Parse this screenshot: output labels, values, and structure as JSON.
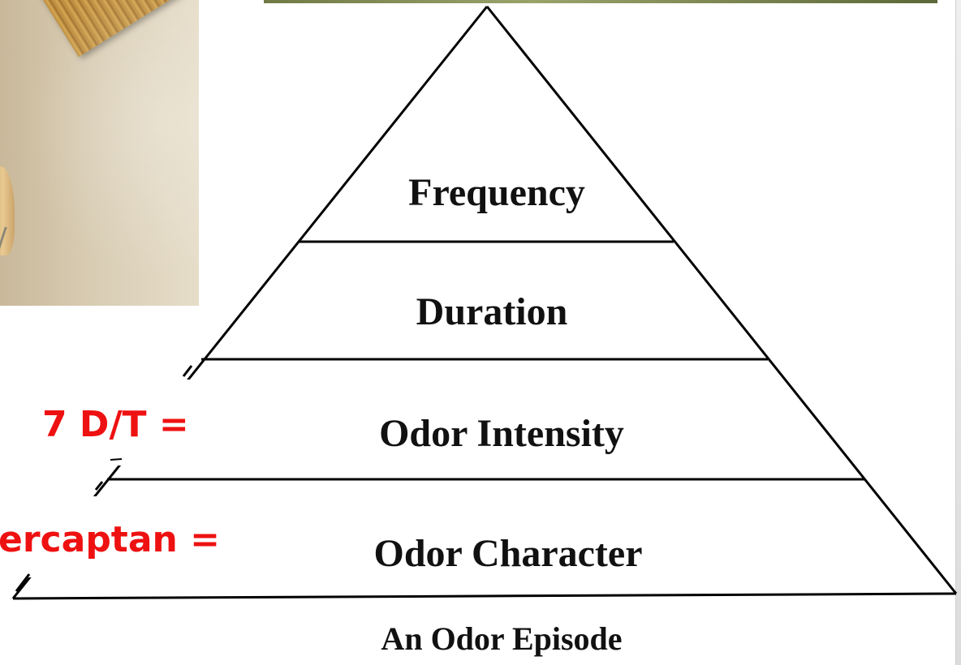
{
  "diagram": {
    "tiers": [
      {
        "label": "Frequency"
      },
      {
        "label": "Duration"
      },
      {
        "label": "Odor Intensity"
      },
      {
        "label": "Odor Character"
      }
    ],
    "caption": "An Odor Episode"
  },
  "annotations": [
    {
      "text": "7 D/T ="
    },
    {
      "text": "ercaptan ="
    }
  ],
  "colors": {
    "annotation": "#ee1111",
    "line": "#000000"
  }
}
